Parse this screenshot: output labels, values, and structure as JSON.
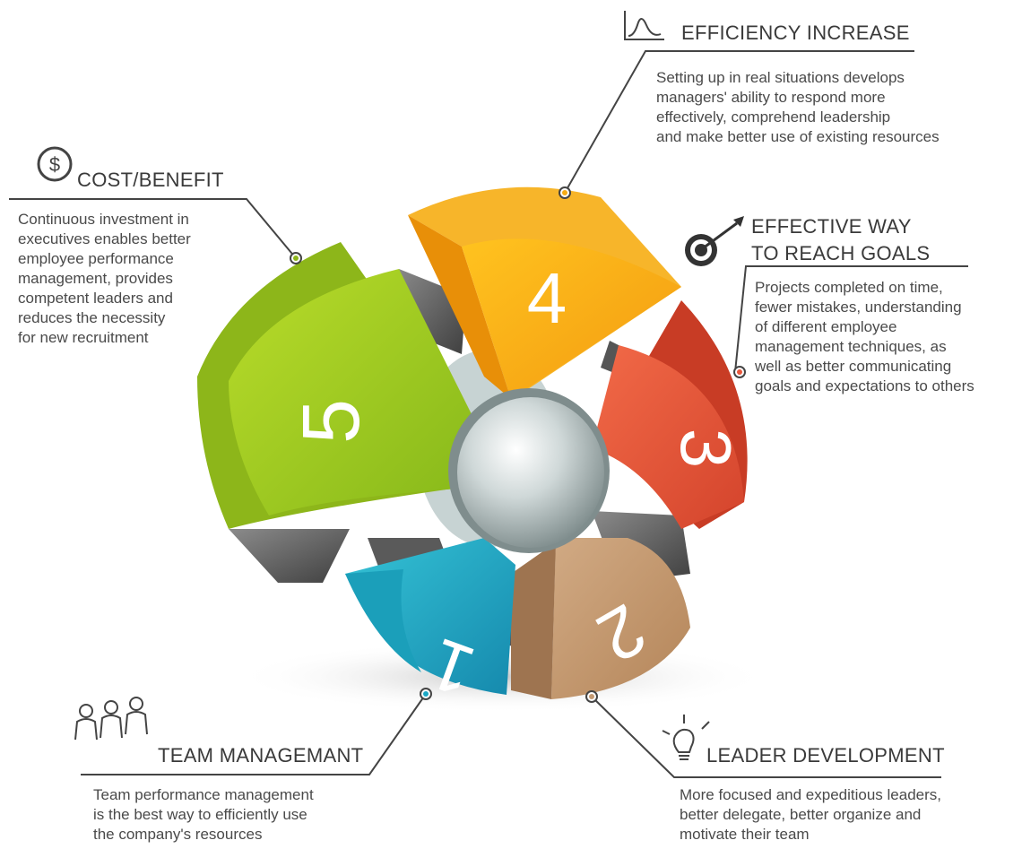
{
  "segments": [
    {
      "number": "1",
      "title": "TEAM MANAGEMANT",
      "description": "Team performance management\nis the best way to efficiently use\nthe company's resources",
      "color": "#1aa7c4",
      "icon": "team-icon"
    },
    {
      "number": "2",
      "title": "LEADER DEVELOPMENT",
      "description": "More focused and expeditious leaders,\nbetter delegate, better organize and\nmotivate their team",
      "color": "#c49a72",
      "icon": "lightbulb-icon"
    },
    {
      "number": "3",
      "title_line1": "EFFECTIVE WAY",
      "title_line2": "TO REACH GOALS",
      "description": "Projects completed on time,\nfewer mistakes, understanding\nof different employee\nmanagement techniques, as\nwell as better communicating\n goals and expectations to others",
      "color": "#e8573c",
      "icon": "target-icon"
    },
    {
      "number": "4",
      "title": "EFFICIENCY INCREASE",
      "description": "Setting up in real situations develops\nmanagers' ability to respond more\neffectively, comprehend leadership\nand make better use of existing resources",
      "color": "#f6ab12",
      "icon": "chart-curve-icon"
    },
    {
      "number": "5",
      "title": "COST/BENEFIT",
      "description": "Continuous investment in\nexecutives enables better\nemployee performance\nmanagement, provides\ncompetent leaders and\nreduces the necessity\nfor new recruitment",
      "color": "#9cc91e",
      "icon": "dollar-icon"
    }
  ]
}
